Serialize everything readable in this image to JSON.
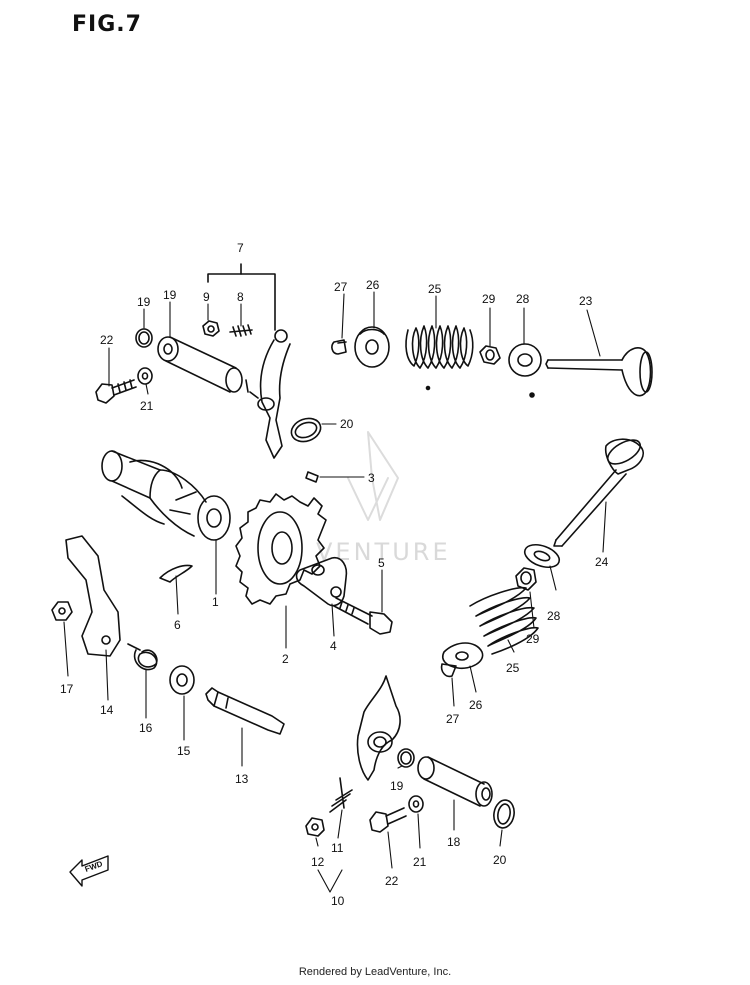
{
  "figure": {
    "title": "FIG.7"
  },
  "watermark": {
    "text": "VENTURE"
  },
  "footer": {
    "text": "Rendered by LeadVenture, Inc."
  },
  "fwd_label": "FWD",
  "labels": {
    "l7": "7",
    "l9a": "9",
    "l8a": "8",
    "l19a": "19",
    "l19b": "19",
    "l22a": "22",
    "l21a": "21",
    "l27a": "27",
    "l26a": "26",
    "l25a": "25",
    "l29a": "29",
    "l28a": "28",
    "l23": "23",
    "l20a": "20",
    "l3": "3",
    "l24": "24",
    "l5": "5",
    "l1": "1",
    "l6": "6",
    "l28b": "28",
    "l29b": "29",
    "l4": "4",
    "l2": "2",
    "l25b": "25",
    "l17": "17",
    "l14": "14",
    "l16": "16",
    "l15": "15",
    "l27b": "27",
    "l26b": "26",
    "l13": "13",
    "l19c": "19",
    "l18": "18",
    "l21b": "21",
    "l20b": "20",
    "l12": "12",
    "l11": "11",
    "l22b": "22",
    "l10": "10"
  },
  "colors": {
    "line": "#111111",
    "watermark": "#d9d9d9"
  }
}
